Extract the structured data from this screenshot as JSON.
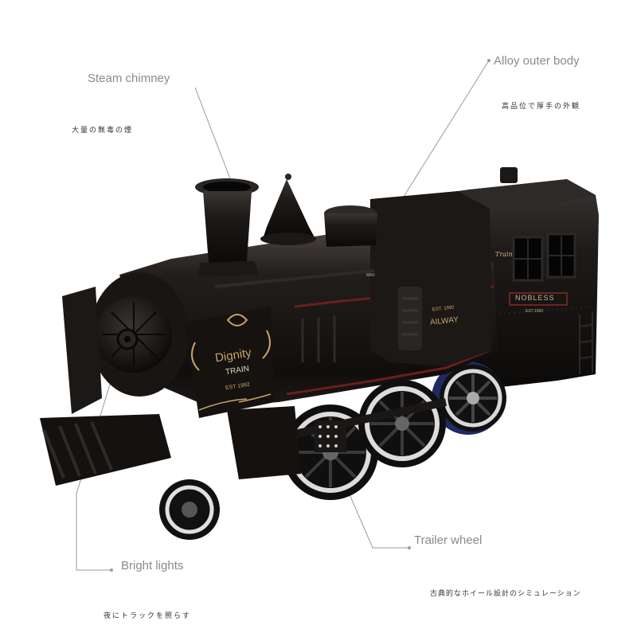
{
  "callouts": {
    "steam_chimney": {
      "title": "Steam chimney",
      "subtitle": "大量の無毒の煙"
    },
    "alloy_body": {
      "title": "Alloy outer body",
      "subtitle": "高品位で厚手の外観"
    },
    "trailer_wheel": {
      "title": "Trailer wheel",
      "subtitle": "古典的なホイール設計のシミュレーション"
    },
    "bright_lights": {
      "title": "Bright lights",
      "subtitle": "夜にトラックを照らす"
    }
  },
  "plaque": {
    "name": "Dignity",
    "sub": "TRAIN",
    "est": "EST 1992"
  },
  "tender": {
    "badge": "NOBLESS",
    "est": "EST 1992",
    "script": "Train"
  },
  "boiler_text": {
    "railway": "AILWAY",
    "est": "EST. 1992",
    "max": "MAX"
  },
  "colors": {
    "body": "#141210",
    "body_highlight": "#3a3632",
    "trim_red": "#6b1f1a",
    "gold": "#c9a36a",
    "wheel_rim": "#d9d9d9",
    "callout_line": "#9a9a9a"
  }
}
